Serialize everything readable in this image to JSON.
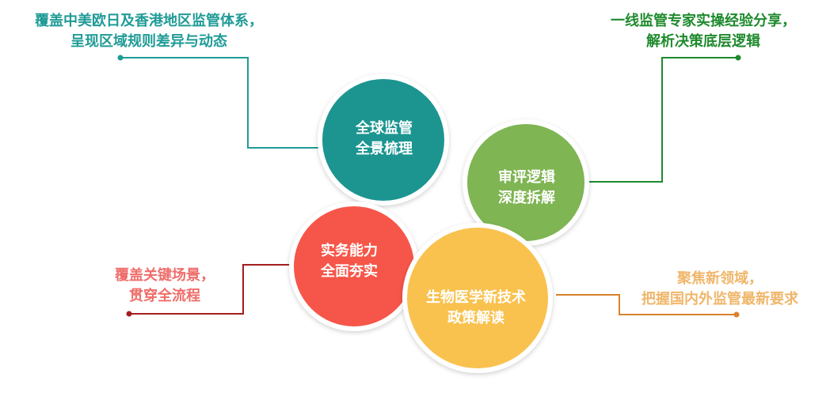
{
  "petals": [
    {
      "line1": "全球监管",
      "line2": "全景梳理",
      "color": "#1d9591"
    },
    {
      "line1": "审评逻辑",
      "line2": "深度拆解",
      "color": "#7fb552"
    },
    {
      "line1": "实务能力",
      "line2": "全面夯实",
      "color": "#f6574a"
    },
    {
      "line1": "生物医学新技术",
      "line2": "政策解读",
      "color": "#f9c24f"
    }
  ],
  "captions": {
    "top_left": {
      "line1": "覆盖中美欧日及香港地区监管体系，",
      "line2": "呈现区域规则差异与动态",
      "color": "#1f9b96"
    },
    "top_right": {
      "line1": "一线监管专家实操经验分享，",
      "line2": "解析决策底层逻辑",
      "color": "#1e8a2d"
    },
    "bottom_left": {
      "line1": "覆盖关键场景，",
      "line2": "贯穿全流程",
      "color": "#ef6d6a"
    },
    "bottom_right": {
      "line1": "聚焦新领域，",
      "line2": "把握国内外监管最新要求",
      "color": "#f0b66a"
    }
  },
  "connectors": {
    "top_left": "#1f9b96",
    "top_right": "#1e8a2d",
    "bottom_left": "#a41d1d",
    "bottom_right": "#d9822b"
  }
}
